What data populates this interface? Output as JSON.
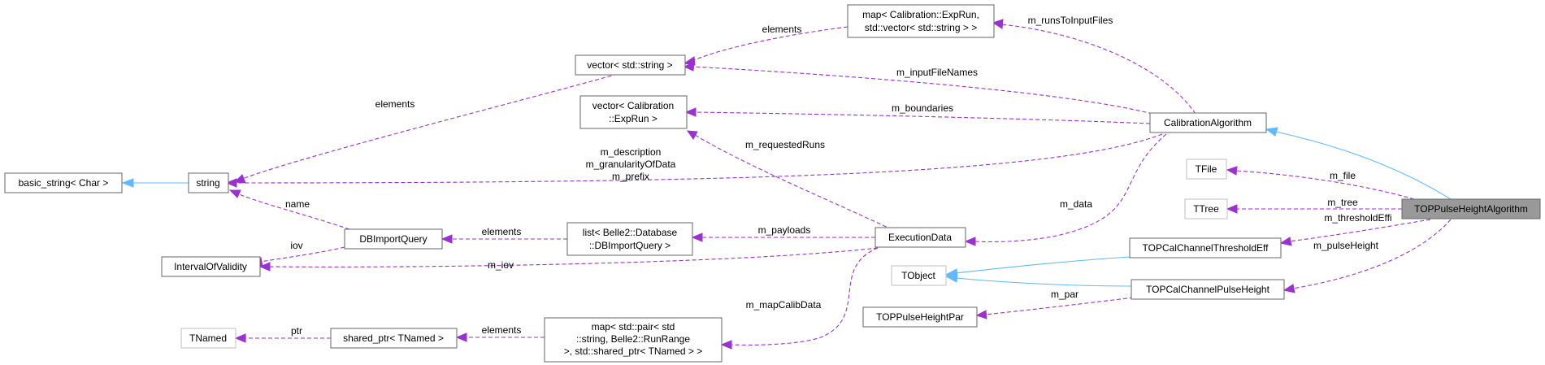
{
  "nodes": {
    "map_exprun": [
      "map< Calibration::ExpRun,",
      "std::vector< std::string > >"
    ],
    "vector_string": [
      "vector< std::string >"
    ],
    "vector_exprun": [
      "vector< Calibration",
      "::ExpRun >"
    ],
    "calibration_algorithm": [
      "CalibrationAlgorithm"
    ],
    "basic_string": [
      "basic_string< Char >"
    ],
    "string": [
      "string"
    ],
    "tfile": [
      "TFile"
    ],
    "ttree": [
      "TTree"
    ],
    "top_pulse_height_algorithm": [
      "TOPPulseHeightAlgorithm"
    ],
    "execution_data": [
      "ExecutionData"
    ],
    "db_import_query": [
      "DBImportQuery"
    ],
    "list_dbimportquery": [
      "list< Belle2::Database",
      "::DBImportQuery >"
    ],
    "interval_of_validity": [
      "IntervalOfValidity"
    ],
    "top_cal_channel_threshold_eff": [
      "TOPCalChannelThresholdEff"
    ],
    "tobject": [
      "TObject"
    ],
    "top_cal_channel_pulse_height": [
      "TOPCalChannelPulseHeight"
    ],
    "top_pulse_height_par": [
      "TOPPulseHeightPar"
    ],
    "tnamed": [
      "TNamed"
    ],
    "shared_ptr_tnamed": [
      "shared_ptr< TNamed >"
    ],
    "map_pair": [
      "map< std::pair< std",
      "::string, Belle2::RunRange",
      ">, std::shared_ptr< TNamed > >"
    ]
  },
  "edges": {
    "elements_map_to_vector": [
      "elements"
    ],
    "m_runsToInputFiles": [
      "m_runsToInputFiles"
    ],
    "m_inputFileNames": [
      "m_inputFileNames"
    ],
    "elements_vector_to_string": [
      "elements"
    ],
    "m_boundaries": [
      "m_boundaries"
    ],
    "m_requestedRuns": [
      "m_requestedRuns"
    ],
    "string_members": [
      "m_description",
      "m_granularityOfData",
      "m_prefix"
    ],
    "m_file": [
      "m_file"
    ],
    "m_tree": [
      "m_tree"
    ],
    "m_data": [
      "m_data"
    ],
    "name": [
      "name"
    ],
    "iov": [
      "iov"
    ],
    "elements_list": [
      "elements"
    ],
    "m_payloads": [
      "m_payloads"
    ],
    "m_iov": [
      "m_iov"
    ],
    "m_thresholdEffi": [
      "m_thresholdEffi"
    ],
    "m_pulseHeight": [
      "m_pulseHeight"
    ],
    "m_par": [
      "m_par"
    ],
    "m_mapCalibData": [
      "m_mapCalibData"
    ],
    "ptr": [
      "ptr"
    ],
    "elements_shared": [
      "elements"
    ]
  },
  "colors": {
    "composition_edge": "#9a32cd",
    "inheritance_edge": "#63b8ff",
    "focus_node_fill": "#999999",
    "node_border": "#666666",
    "external_node_border": "#bfbfbf"
  }
}
